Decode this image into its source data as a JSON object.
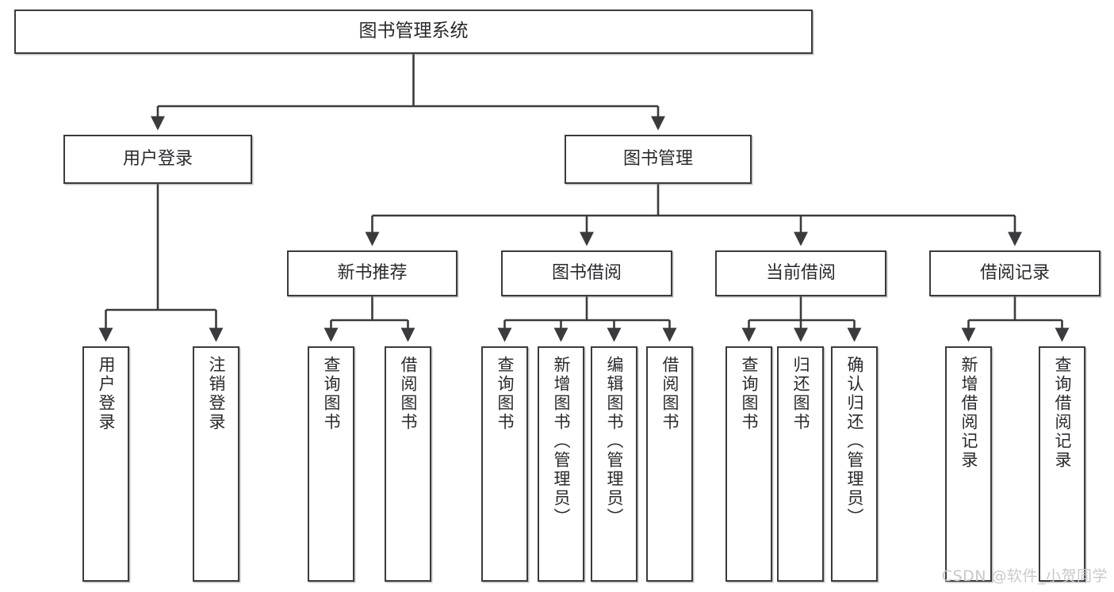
{
  "diagram": {
    "title": "图书管理系统",
    "type": "tree-hierarchy",
    "root": {
      "label": "图书管理系统"
    },
    "level2": [
      {
        "label": "用户登录"
      },
      {
        "label": "图书管理"
      }
    ],
    "level3": [
      {
        "label": "新书推荐"
      },
      {
        "label": "图书借阅"
      },
      {
        "label": "当前借阅"
      },
      {
        "label": "借阅记录"
      }
    ],
    "leaves": [
      {
        "label": "用户登录",
        "parent": "用户登录"
      },
      {
        "label": "注销登录",
        "parent": "用户登录"
      },
      {
        "label": "查询图书",
        "parent": "新书推荐"
      },
      {
        "label": "借阅图书",
        "parent": "新书推荐"
      },
      {
        "label": "查询图书",
        "parent": "图书借阅"
      },
      {
        "label": "新增图书（管理员）",
        "parent": "图书借阅"
      },
      {
        "label": "编辑图书（管理员）",
        "parent": "图书借阅"
      },
      {
        "label": "借阅图书",
        "parent": "图书借阅"
      },
      {
        "label": "查询图书",
        "parent": "当前借阅"
      },
      {
        "label": "归还图书",
        "parent": "当前借阅"
      },
      {
        "label": "确认归还（管理员）",
        "parent": "当前借阅"
      },
      {
        "label": "新增借阅记录",
        "parent": "借阅记录"
      },
      {
        "label": "查询借阅记录",
        "parent": "借阅记录"
      }
    ],
    "colors": {
      "border": "#3b3b3d",
      "text": "#2a2a2e",
      "background": "#ffffff",
      "watermark": "#c9c9cc"
    }
  },
  "watermark": {
    "text": "CSDN @软件_小贺同学"
  }
}
